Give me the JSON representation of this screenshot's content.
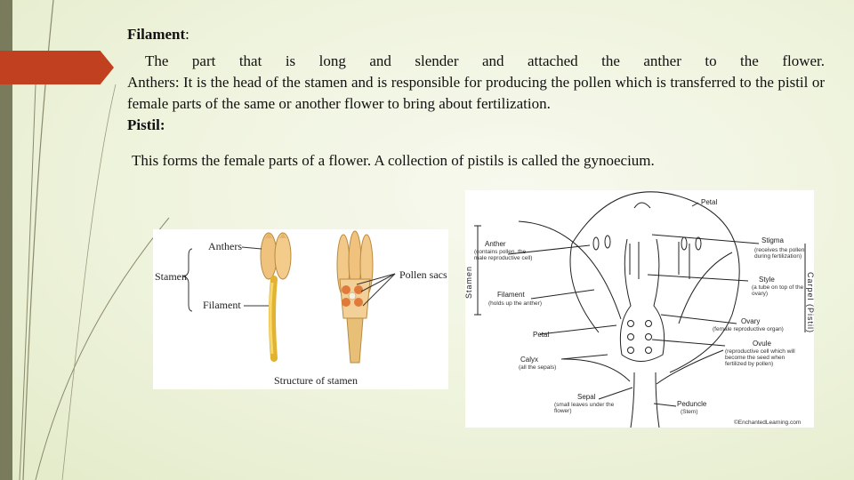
{
  "slide": {
    "heading": {
      "label": "Filament",
      "colon": ":"
    },
    "paragraph1_line1": "The part that is long and slender and attached the anther to the flower.",
    "paragraph1_rest": "Anthers: It is the head of the stamen and is responsible for producing the pollen which is transferred to the pistil or female parts of the same or another flower to bring about fertilization.",
    "pistil_heading": "Pistil:",
    "paragraph2": "This forms the female parts of a flower. A collection of pistils is called the gynoecium."
  },
  "figure_stamen": {
    "labels": {
      "anthers": "Anthers",
      "stamen": "Stamen",
      "filament": "Filament",
      "pollen_sacs": "Pollen sacs",
      "caption": "Structure of stamen"
    }
  },
  "figure_flower": {
    "labels": {
      "petal": "Petal",
      "stigma": "Stigma",
      "stigma_note": "(receives the pollen during fertilization)",
      "style": "Style",
      "style_note": "(a tube on top of the ovary)",
      "ovary": "Ovary",
      "ovary_note": "(female reproductive organ)",
      "ovule": "Ovule",
      "ovule_note": "(reproductive cell which will become the seed when fertilized by pollen)",
      "anther": "Anther",
      "anther_note": "(contains pollen, the male reproductive cell)",
      "filament": "Filament",
      "filament_note": "(holds up the anther)",
      "petal_left": "Petal",
      "calyx": "Calyx",
      "calyx_note": "(all the sepals)",
      "sepal": "Sepal",
      "sepal_note": "(small leaves under the flower)",
      "peduncle": "Peduncle",
      "peduncle_note": "(Stem)",
      "stamen_vertical": "Stamen",
      "carpel_vertical": "Carpel (Pistil)",
      "credit": "©EnchantedLearning.com"
    }
  }
}
